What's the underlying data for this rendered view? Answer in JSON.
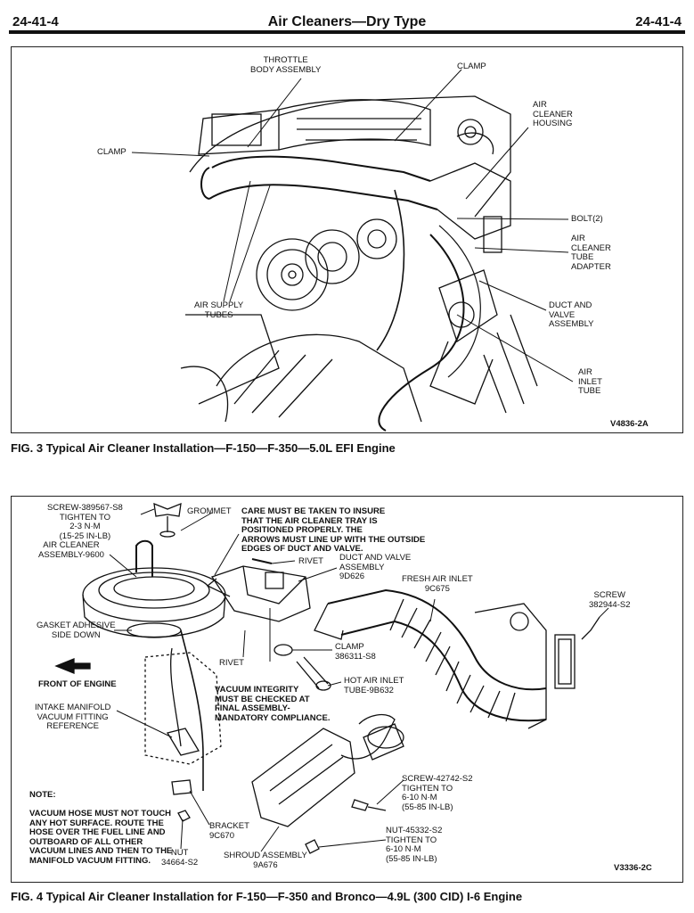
{
  "header": {
    "left": "24-41-4",
    "title": "Air Cleaners—Dry Type",
    "right": "24-41-4"
  },
  "fig3": {
    "caption": "FIG. 3  Typical Air Cleaner Installation—F-150—F-350—5.0L EFI Engine",
    "code": "V4836-2A",
    "labels": {
      "throttle": "THROTTLE\nBODY ASSEMBLY",
      "clamp_top": "CLAMP",
      "clamp_left": "CLAMP",
      "housing": "AIR\nCLEANER\nHOUSING",
      "bolt": "BOLT(2)",
      "adapter": "AIR\nCLEANER\nTUBE\nADAPTER",
      "supply": "AIR SUPPLY\nTUBES",
      "duct": "DUCT AND\nVALVE\nASSEMBLY",
      "inlet": "AIR\nINLET\nTUBE"
    }
  },
  "fig4": {
    "caption": "FIG. 4  Typical Air Cleaner Installation for F-150—F-350 and Bronco—4.9L (300 CID) I-6 Engine",
    "code": "V3336-2C",
    "labels": {
      "screw1": "SCREW-389567-S8\nTIGHTEN TO\n2-3 N·m\n(15-25 IN-LB)",
      "grommet": "GROMMET",
      "care": "CARE MUST BE TAKEN TO INSURE\nTHAT THE AIR CLEANER TRAY IS\nPOSITIONED PROPERLY. THE\nARROWS MUST LINE UP WITH THE OUTSIDE\nEDGES OF DUCT AND VALVE.",
      "aircleaner": "AIR CLEANER\nASSEMBLY-9600",
      "rivet1": "RIVET",
      "duct": "DUCT AND VALVE\nASSEMBLY\n9D626",
      "fresh": "FRESH AIR INLET\n9C675",
      "screw2": "SCREW\n382944-S2",
      "gasket": "GASKET ADHESIVE\nSIDE DOWN",
      "front": "FRONT OF ENGINE",
      "rivet2": "RIVET",
      "clamp": "CLAMP\n386311-S8",
      "hotair": "HOT AIR INLET\nTUBE-9B632",
      "vacuum": "VACUUM INTEGRITY\nMUST BE CHECKED AT\nFINAL ASSEMBLY-\nMANDATORY COMPLIANCE.",
      "intake": "INTAKE MANIFOLD\nVACUUM FITTING\nREFERENCE",
      "note": "NOTE:\n\nVACUUM HOSE MUST NOT TOUCH\nANY HOT SURFACE. ROUTE THE\nHOSE OVER THE FUEL LINE AND\nOUTBOARD OF ALL OTHER\nVACUUM LINES AND THEN TO THE\nMANIFOLD VACUUM FITTING.",
      "screw3": "SCREW-42742-S2\nTIGHTEN TO\n6-10 N·m\n(55-85 IN-LB)",
      "bracket": "BRACKET\n9C670",
      "nut1": "NUT\n34664-S2",
      "shroud": "SHROUD ASSEMBLY\n9A676",
      "nut2": "NUT-45332-S2\nTIGHTEN TO\n6-10 N·m\n(55-85 IN-LB)"
    }
  }
}
